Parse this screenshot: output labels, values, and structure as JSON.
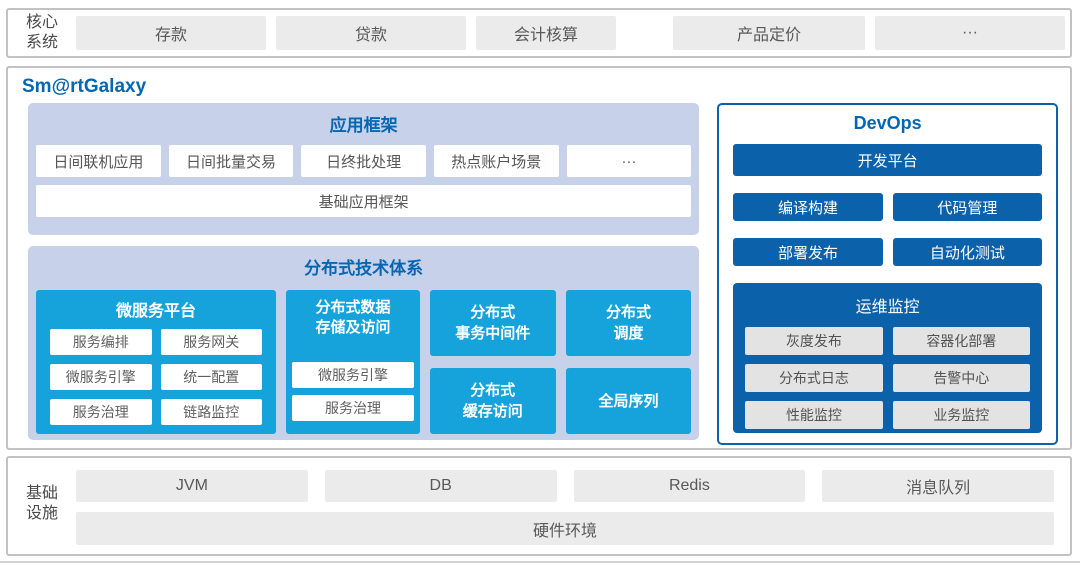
{
  "core_system": {
    "label": "核心\n系统",
    "items": [
      "存款",
      "贷款",
      "会计核算",
      "产品定价",
      "···"
    ]
  },
  "galaxy": {
    "title": "Sm@rtGalaxy",
    "app_framework": {
      "title": "应用框架",
      "apps": [
        "日间联机应用",
        "日间批量交易",
        "日终批处理",
        "热点账户场景",
        "···"
      ],
      "base": "基础应用框架"
    },
    "distributed": {
      "title": "分布式技术体系",
      "microservice_platform": {
        "title": "微服务平台",
        "items": [
          "服务编排",
          "服务网关",
          "微服务引擎",
          "统一配置",
          "服务治理",
          "链路监控"
        ]
      },
      "data_storage": {
        "title": "分布式数据\n存储及访问",
        "items": [
          "微服务引擎",
          "服务治理"
        ]
      },
      "blocks": [
        "分布式\n事务中间件",
        "分布式\n调度",
        "分布式\n缓存访问",
        "全局序列"
      ]
    },
    "devops": {
      "title": "DevOps",
      "platform": "开发平台",
      "tools": [
        "编译构建",
        "代码管理",
        "部署发布",
        "自动化测试"
      ],
      "monitoring": {
        "title": "运维监控",
        "items": [
          "灰度发布",
          "容器化部署",
          "分布式日志",
          "告警中心",
          "性能监控",
          "业务监控"
        ]
      }
    }
  },
  "infrastructure": {
    "label": "基础\n设施",
    "items": [
      "JVM",
      "DB",
      "Redis",
      "消息队列"
    ],
    "base": "硬件环境"
  },
  "colors": {
    "accent_blue": "#0567b2",
    "dark_blue": "#0b62ab",
    "cyan": "#16a3dc",
    "periwinkle": "#c8d1ea",
    "gray_box": "#ebebeb"
  }
}
